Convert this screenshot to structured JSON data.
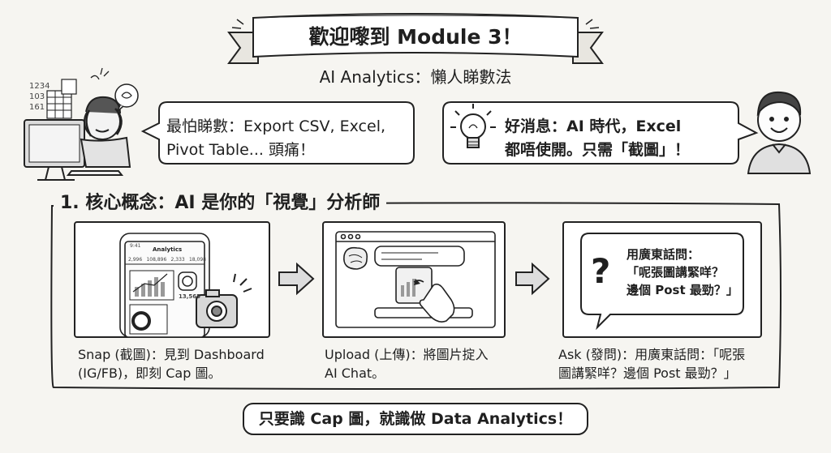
{
  "banner": {
    "title": "歡迎嚟到 Module 3！",
    "subtitle": "AI Analytics：懶人睇數法"
  },
  "left_bubble": {
    "text": "最怕睇數：Export CSV, Excel,\nPivot Table... 頭痛！"
  },
  "right_bubble": {
    "text": "好消息：AI 時代，Excel\n都唔使開。只需「截圖」！"
  },
  "stressed_person": {
    "numbers": [
      "1234",
      "103",
      "161"
    ]
  },
  "section": {
    "heading": "1. 核心概念：AI 是你的「視覺」分析師"
  },
  "steps": [
    {
      "caption": "Snap (截圖)：見到 Dashboard\n(IG/FB)，即刻 Cap 圖。",
      "phone": {
        "header": "Analytics",
        "time": "9:41",
        "stats": [
          "2,996",
          "108,896",
          "2,333",
          "18,098"
        ],
        "follower_count": "13,565"
      }
    },
    {
      "caption": "Upload (上傳)：將圖片掟入\nAI Chat。"
    },
    {
      "caption": "Ask (發問)：用廣東話問：「呢張\n圖講緊咩？邊個 Post 最勁？」",
      "question": "用廣東話問：\n「呢張圖講緊咩？\n邊個 Post 最勁？」",
      "question_mark": "?"
    }
  ],
  "footer": {
    "text": "只要識 Cap 圖，就識做 Data Analytics！"
  },
  "colors": {
    "background": "#f6f5f1",
    "ink": "#1f1f1f",
    "bubble_fill": "#ffffff"
  }
}
